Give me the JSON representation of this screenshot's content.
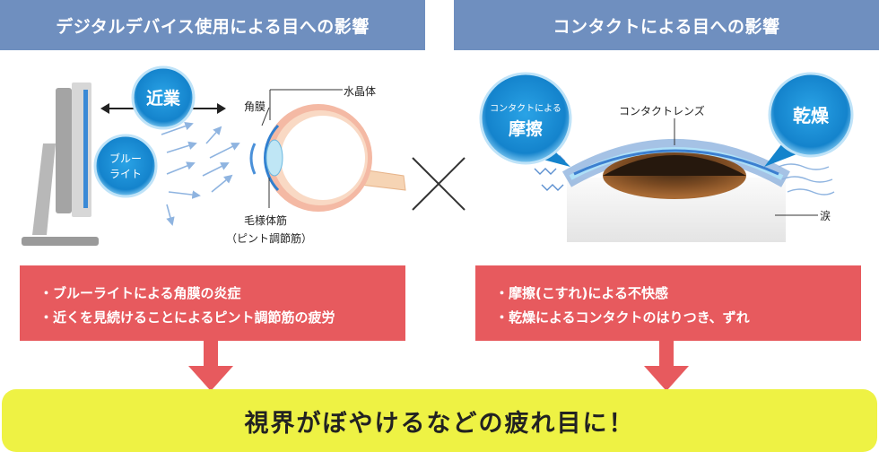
{
  "left_panel": {
    "title": "デジタルデバイス使用による目への影響",
    "bubble_near": "近業",
    "bubble_blue_line1": "ブルー",
    "bubble_blue_line2": "ライト",
    "label_cornea": "角膜",
    "label_lens": "水晶体",
    "label_ciliary": "毛様体筋",
    "label_ciliary_sub": "（ピント調節筋）",
    "effects": [
      "・ブルーライトによる角膜の炎症",
      "・近くを見続けることによるピント調節筋の疲労"
    ]
  },
  "right_panel": {
    "title": "コンタクトによる目への影響",
    "bubble_friction_line1": "コンタクトによる",
    "bubble_friction_line2": "摩擦",
    "bubble_dry": "乾燥",
    "label_contact": "コンタクトレンズ",
    "label_tears": "涙",
    "effects": [
      "・摩擦(こすれ)による不快感",
      "・乾燥によるコンタクトのはりつき、ずれ"
    ]
  },
  "conclusion": "視界がぼやけるなどの疲れ目に！",
  "colors": {
    "header": "#6f8fbf",
    "effect_box": "#e75a5e",
    "conclusion": "#eef244",
    "bubble": "#1a8fd6"
  }
}
